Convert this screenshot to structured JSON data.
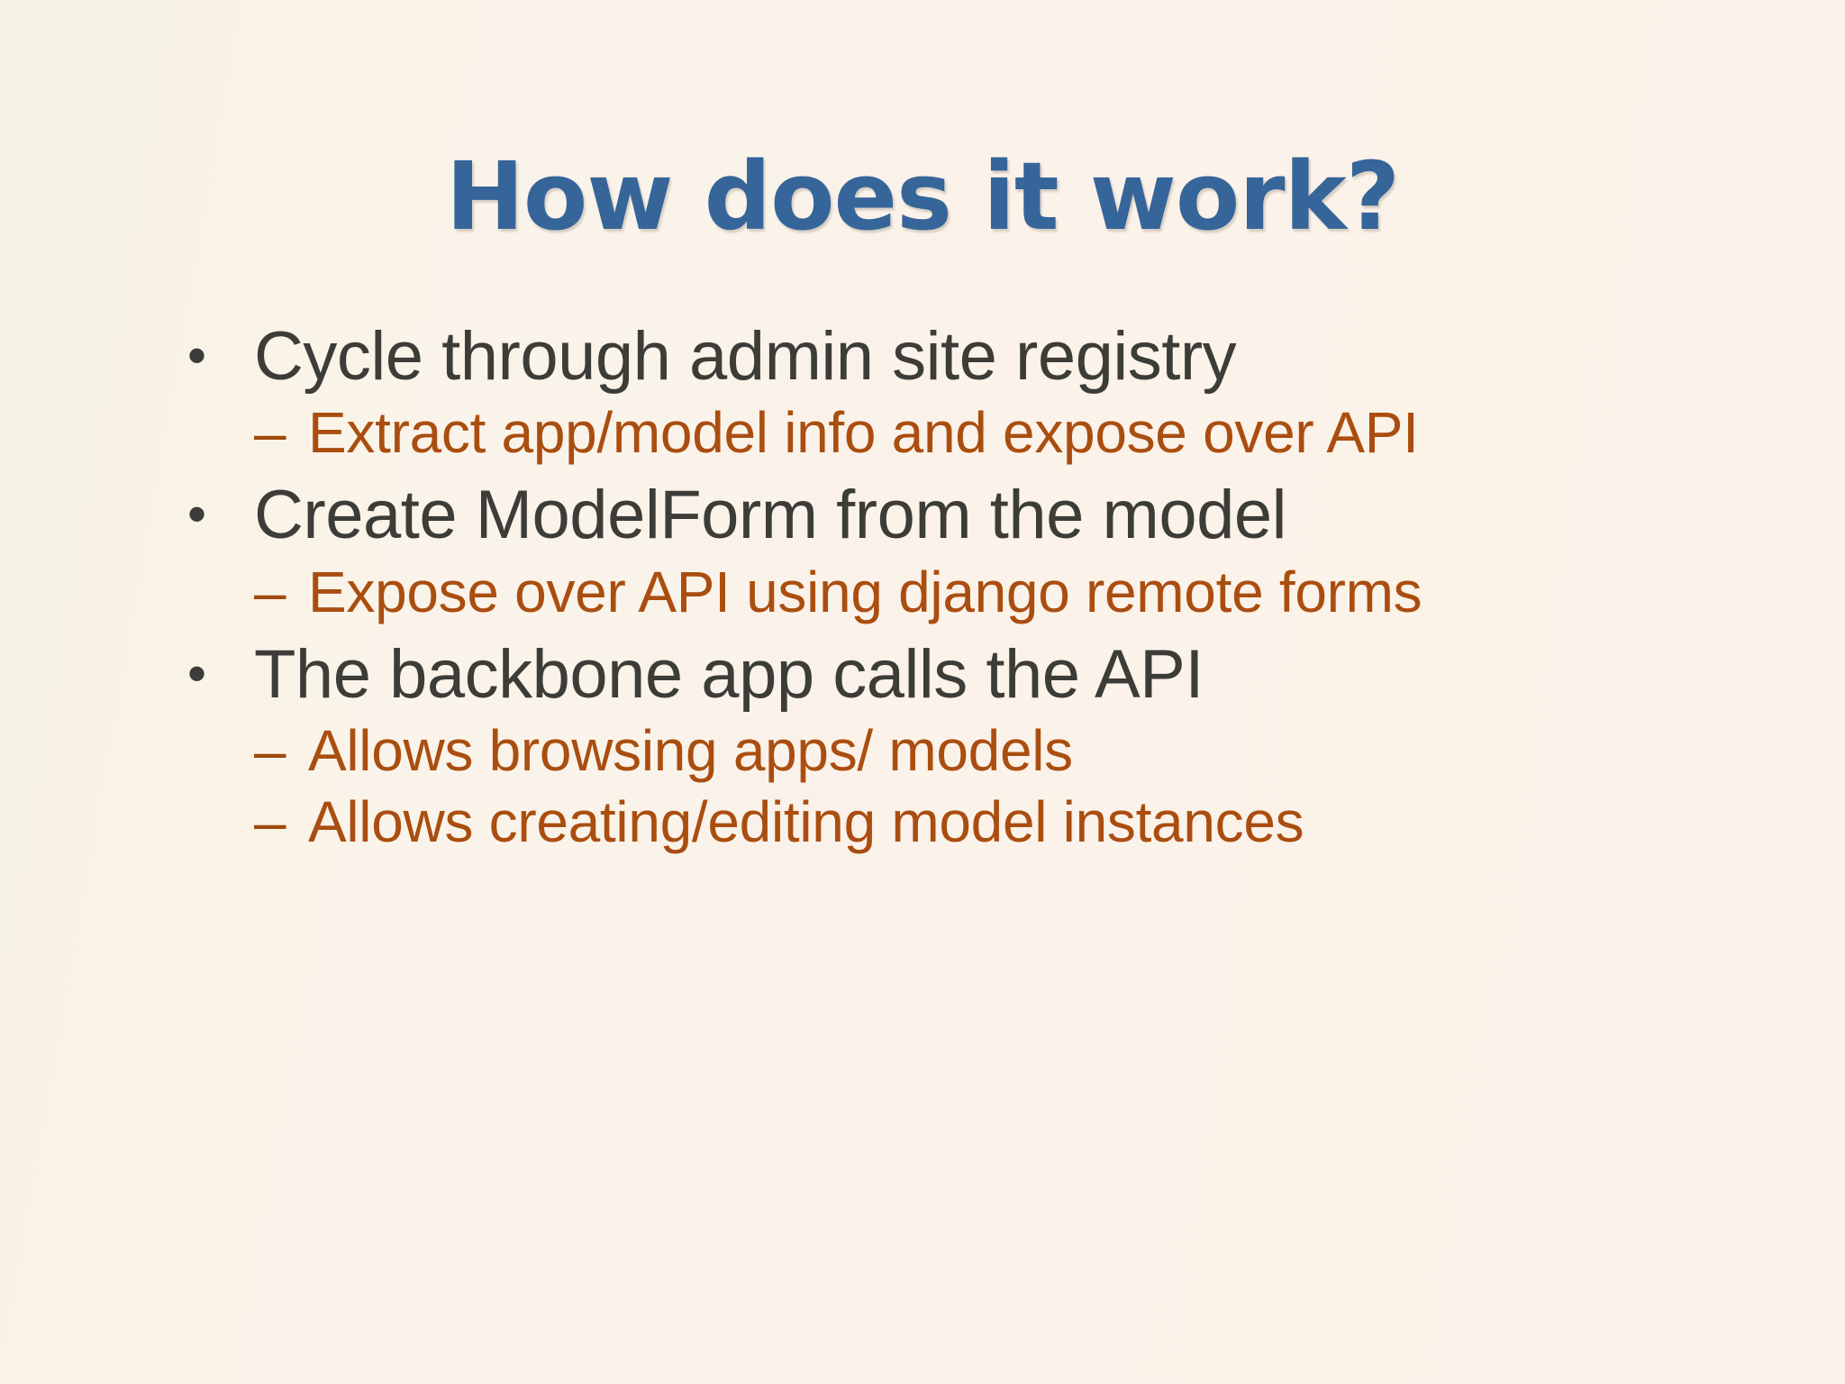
{
  "slide": {
    "title": "How does it work?",
    "colors": {
      "background_left": "#F6F2E4",
      "background_right": "#FBF1E8",
      "title": "#36659A",
      "level1_text": "#3C3C38",
      "level2_text": "#AA4E10",
      "level2_dash": "#A04A0C"
    },
    "bullet_glyph": "•",
    "dash_glyph": "–",
    "content": [
      {
        "level1": "Cycle through admin site registry",
        "level2": [
          "Extract app/model info and expose over API"
        ]
      },
      {
        "level1": "Create ModelForm from the model",
        "level2": [
          "Expose over API using django remote forms"
        ]
      },
      {
        "level1": "The backbone app calls the API",
        "level2": [
          "Allows browsing apps/ models",
          "Allows creating/editing model instances"
        ]
      }
    ]
  }
}
